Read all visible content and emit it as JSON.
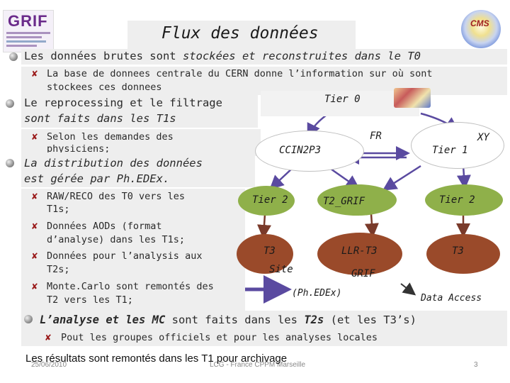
{
  "title": "Flux des données",
  "bullets": {
    "b1": {
      "pre": "Les données brutes sont ",
      "em": "stockées et  reconstruites dans le T0"
    },
    "b1_sub": {
      "line1": "La base de donnees centrale du CERN donne l’information sur où sont",
      "line2": "stockees ces donnees"
    },
    "b2": {
      "pre": "Le reprocessing et le filtrage",
      "line2": "sont faits dans les T1s"
    },
    "b2_sub": {
      "line1": "Selon les demandes des",
      "line2": "physiciens;"
    },
    "b3": {
      "line1": "La distribution des données",
      "line2": "est gérée par Ph.EDEx."
    },
    "b3_sub": [
      {
        "line1": "RAW/RECO des T0 vers les",
        "line2": "T1s;"
      },
      {
        "line1": "Données AODs (format",
        "line2": "d’analyse)  dans les T1s;"
      },
      {
        "line1": "Données pour l’analysis aux",
        "line2": "T2s;"
      },
      {
        "line1": "Monte.Carlo  sont remontés des",
        "line2": "T2 vers les  T1;"
      }
    ],
    "b4": {
      "em1": "L’analyse et les MC",
      "mid": " sont faits dans les ",
      "em2": "T2s",
      "post": " (et les T3’s)"
    },
    "b4_sub": "Pout les groupes officiels et pour les analyses locales"
  },
  "diagram": {
    "tier0": "Tier 0",
    "fr": "FR",
    "ccin2p3": "CCIN2P3",
    "xy": "XY",
    "tier1": "Tier 1",
    "tier2_left": "Tier 2",
    "t2_grif": "T2_GRIF",
    "tier2_right": "Tier 2",
    "t3_left": "T3",
    "site": "Site",
    "llr_t3": "LLR-T3",
    "grif": "GRIF",
    "t3_right": "T3",
    "phedex": "(Ph.EDEx)",
    "data_access": "Data Access"
  },
  "footer": {
    "note": "Les résultats sont remontés dans les T1 pour archivage",
    "date": "25/06/2010",
    "center": "LCG - France CPPM Marseille",
    "page": "3"
  },
  "logos": {
    "left": "GRIF",
    "right": "CMS"
  },
  "colors": {
    "green": "#8fb04a",
    "brown": "#9a4a2a",
    "arrow": "#5a4aa0",
    "x_mark": "#9a1a1a"
  }
}
